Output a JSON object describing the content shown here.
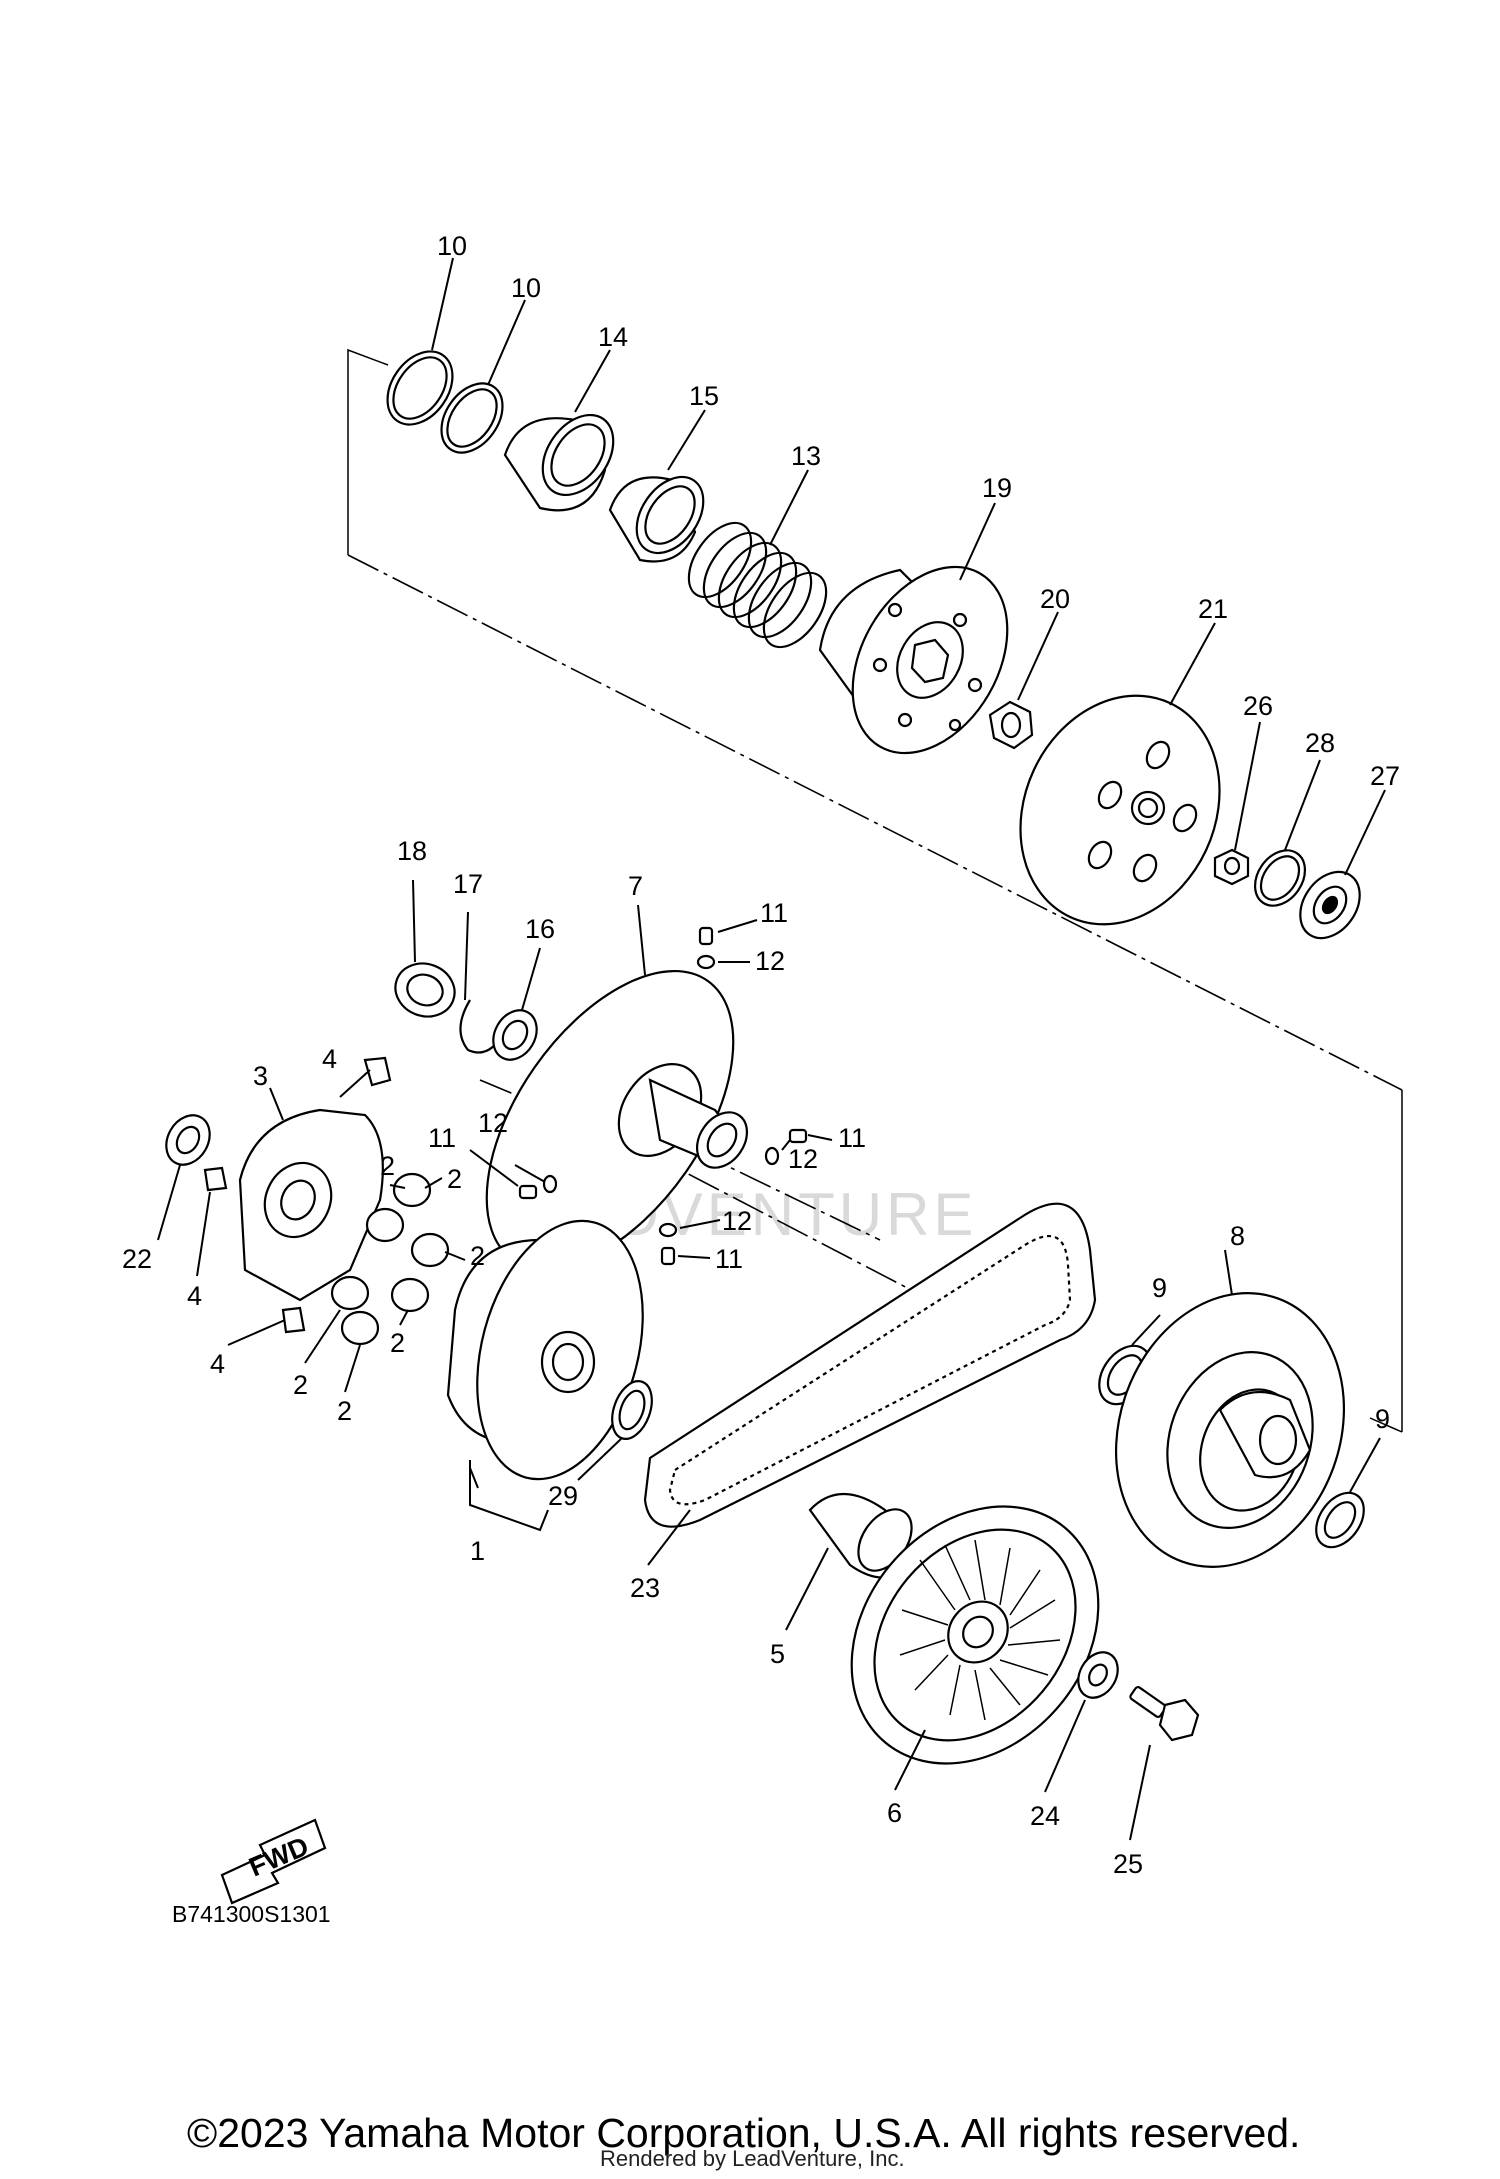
{
  "diagram": {
    "drawing_code": "B741300S1301",
    "fwd_label": "FWD",
    "copyright": "©2023 Yamaha Motor Corporation, U.S.A. All rights reserved.",
    "rendered_by": "Rendered by LeadVenture, Inc.",
    "watermark": "LEADVENTURE",
    "callouts": {
      "c10a": "10",
      "c10b": "10",
      "c14": "14",
      "c15": "15",
      "c13": "13",
      "c19": "19",
      "c20": "20",
      "c21": "21",
      "c26": "26",
      "c28": "28",
      "c27": "27",
      "c18": "18",
      "c17": "17",
      "c16": "16",
      "c7": "7",
      "c11a": "11",
      "c12a": "12",
      "c11b": "11",
      "c12b": "12",
      "c11c": "11",
      "c12c": "12",
      "c12d": "12",
      "c11d": "11",
      "c3": "3",
      "c4a": "4",
      "c22": "22",
      "c4b": "4",
      "c4c": "4",
      "c2a": "2",
      "c2b": "2",
      "c2c": "2",
      "c2d": "2",
      "c2e": "2",
      "c2f": "2",
      "c1": "1",
      "c29": "29",
      "c23": "23",
      "c5": "5",
      "c6": "6",
      "c24": "24",
      "c25": "25",
      "c8": "8",
      "c9a": "9",
      "c9b": "9"
    }
  }
}
